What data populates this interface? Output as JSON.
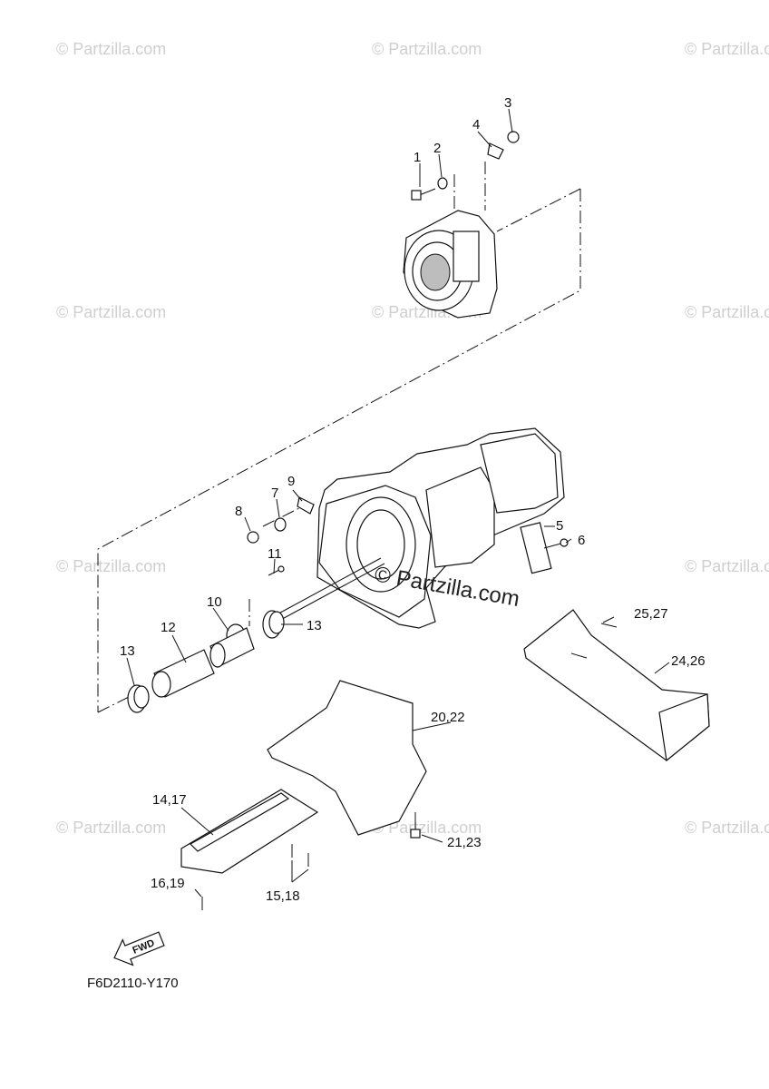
{
  "diagram": {
    "code": "F6D2110-Y170",
    "fwd_label": "FWD",
    "watermark_center": "© Partzilla.com",
    "watermark_small": "© Partzilla.com",
    "callouts": {
      "c1": "1",
      "c2": "2",
      "c3": "3",
      "c4": "4",
      "c5": "5",
      "c6": "6",
      "c7": "7",
      "c8": "8",
      "c9": "9",
      "c10": "10",
      "c11": "11",
      "c12": "12",
      "c13a": "13",
      "c13b": "13",
      "c14": "14,17",
      "c15": "15,18",
      "c16": "16,19",
      "c20": "20,22",
      "c21": "21,23",
      "c24": "24,26",
      "c25": "25,27"
    }
  }
}
